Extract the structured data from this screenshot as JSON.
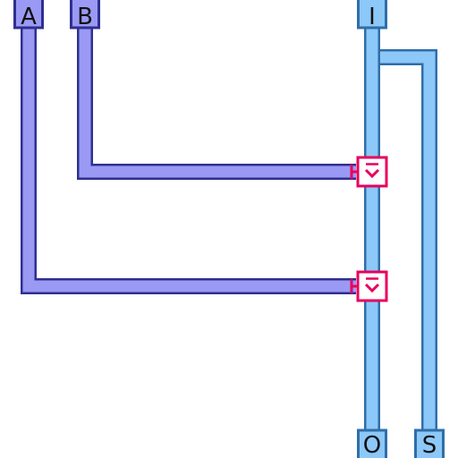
{
  "ports": {
    "a_label": "A",
    "b_label": "B",
    "i_label": "I",
    "o_label": "O",
    "s_label": "S"
  },
  "colors": {
    "input_wire_fill": "#9a9af5",
    "input_wire_border": "#2f2f8f",
    "bus_wire_fill": "#8cc8f8",
    "bus_wire_border": "#2f6ea8",
    "gate_border": "#e8005c",
    "gate_fill": "#ffffff",
    "background": "#ffffff"
  },
  "components": {
    "gate_upper": "down-chevron-select-icon",
    "gate_lower": "down-chevron-select-icon"
  }
}
